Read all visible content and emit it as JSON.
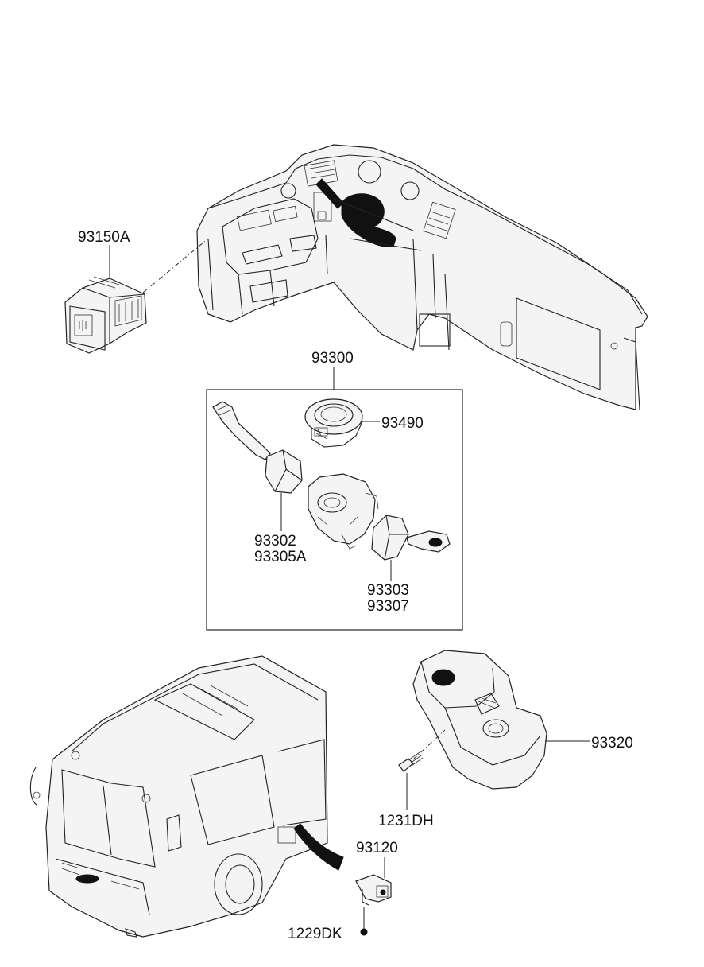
{
  "callouts": {
    "p93150A": "93150A",
    "p93300": "93300",
    "p93490": "93490",
    "p93302": "93302",
    "p93305A": "93305A",
    "p93303": "93303",
    "p93307": "93307",
    "p93320": "93320",
    "p1231DH": "1231DH",
    "p93120": "93120",
    "p1229DK": "1229DK"
  }
}
